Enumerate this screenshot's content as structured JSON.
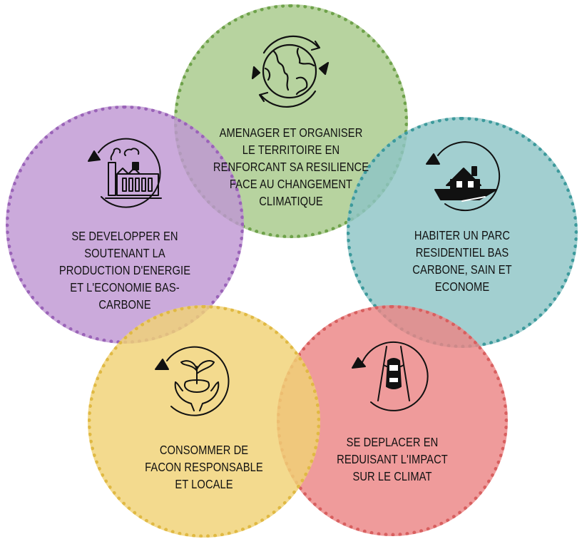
{
  "colors": {
    "green": "#a7c98a",
    "green_border": "#6ea24a",
    "purple": "#bf97d3",
    "purple_border": "#9a63b8",
    "teal": "#8ec5c6",
    "teal_border": "#3c9a9c",
    "yellow": "#f0d275",
    "yellow_border": "#e0b943",
    "red": "#ec8585",
    "red_border": "#d85f5f"
  },
  "themes": {
    "green": {
      "icon": "globe-cycle-icon",
      "lines": [
        "AMENAGER ET ORGANISER",
        "LE TERRITOIRE EN",
        "RENFORCANT SA RESILIENCE",
        "FACE AU CHANGEMENT",
        "CLIMATIQUE"
      ]
    },
    "purple": {
      "icon": "factory-cycle-icon",
      "lines": [
        "SE DEVELOPPER EN",
        "SOUTENANT LA",
        "PRODUCTION D'ENERGIE",
        "ET L'ECONOMIE BAS-",
        "CARBONE"
      ]
    },
    "teal": {
      "icon": "house-cycle-icon",
      "lines": [
        "HABITER UN PARC",
        "RESIDENTIEL BAS",
        "CARBONE, SAIN ET",
        "ECONOME"
      ]
    },
    "yellow": {
      "icon": "plant-hands-cycle-icon",
      "lines": [
        "CONSOMMER DE",
        "FACON RESPONSABLE",
        "ET LOCALE"
      ]
    },
    "red": {
      "icon": "car-road-cycle-icon",
      "lines": [
        "SE DEPLACER EN",
        "REDUISANT L'IMPACT",
        "SUR LE CLIMAT"
      ]
    }
  }
}
